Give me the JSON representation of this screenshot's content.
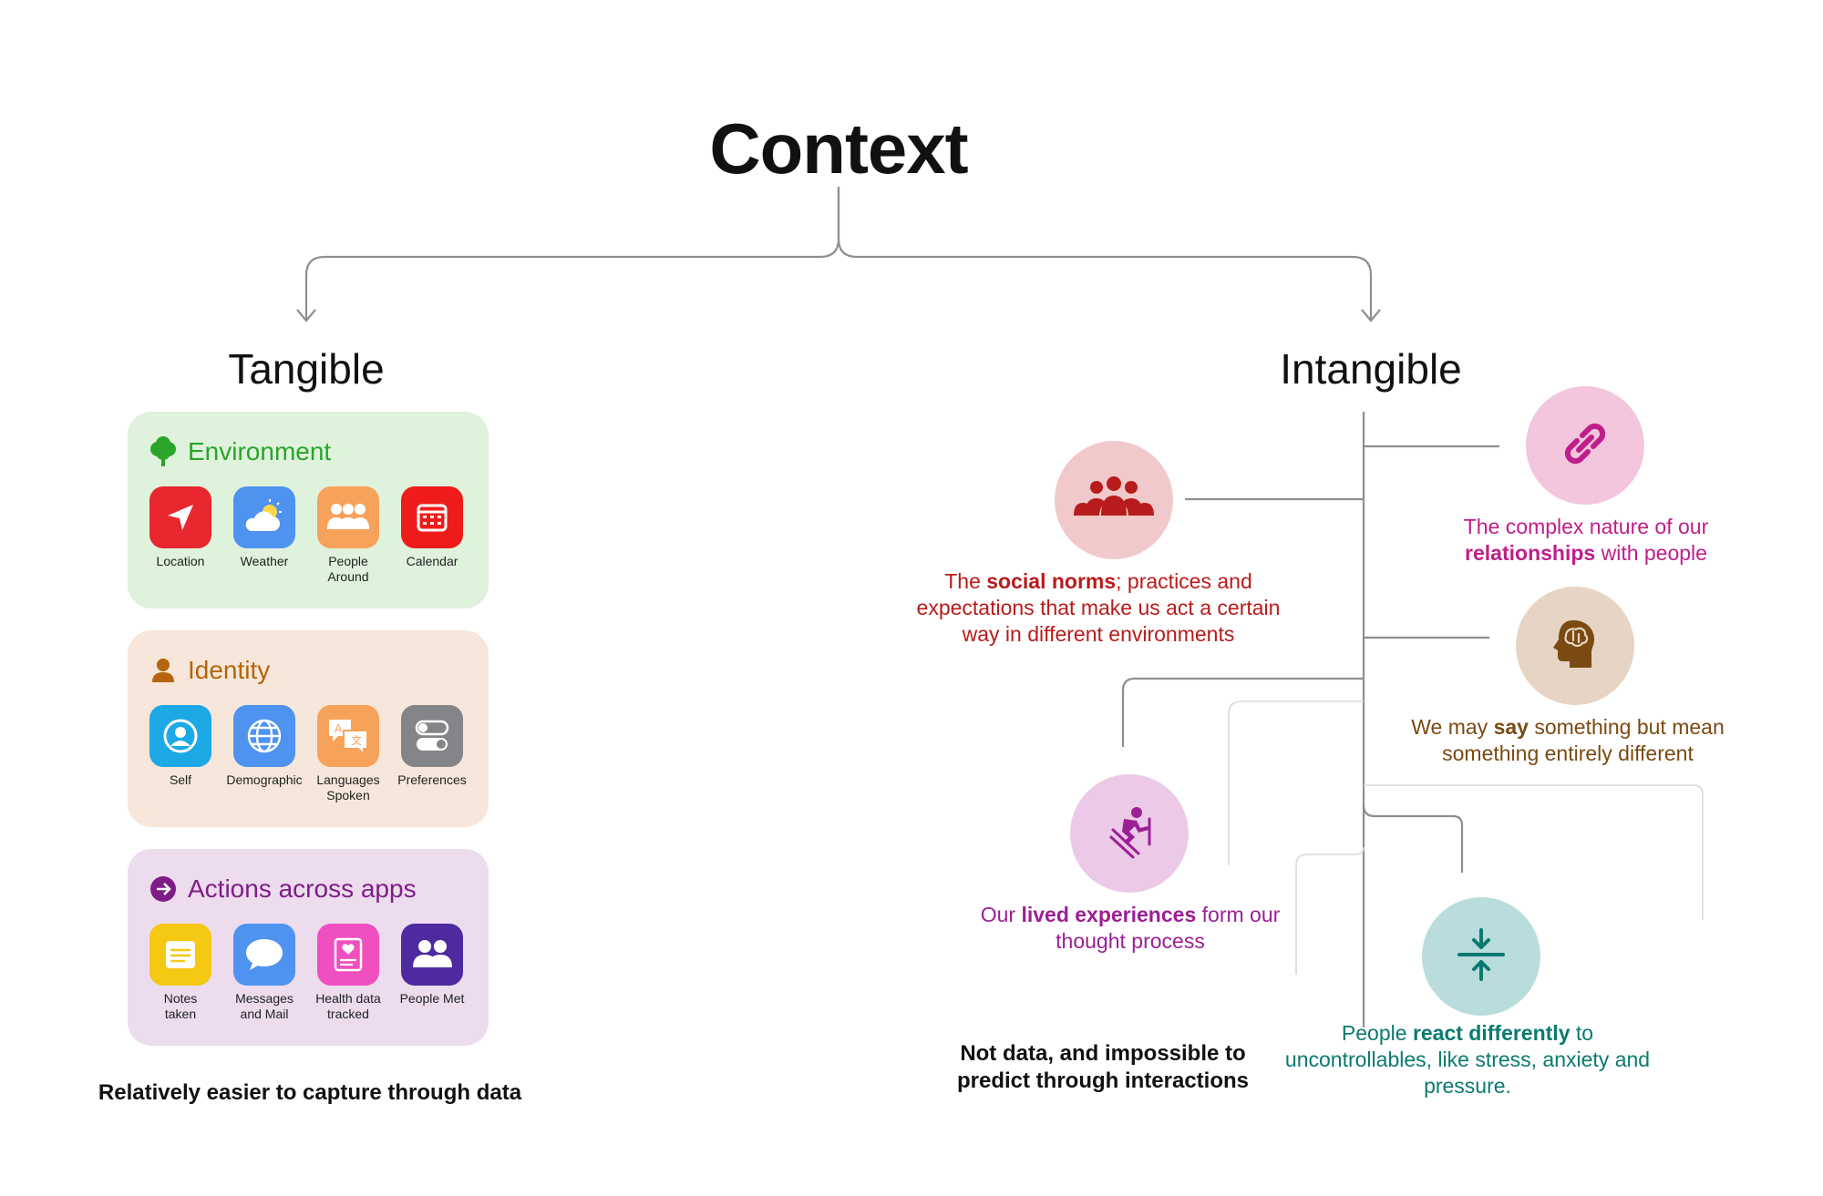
{
  "title": "Context",
  "tangible": {
    "title": "Tangible",
    "footer": "Relatively easier to capture through data",
    "groups": [
      {
        "name": "Environment",
        "color": "#2aa52a",
        "background": "#dff2dc",
        "icon": "tree-icon",
        "apps": [
          {
            "label": "Location",
            "icon": "location-arrow-icon",
            "color": "#e8272f"
          },
          {
            "label": "Weather",
            "icon": "weather-cloud-sun-icon",
            "color": "#4f93f0"
          },
          {
            "label": "People\nAround",
            "icon": "people-group-icon",
            "color": "#f7a25a"
          },
          {
            "label": "Calendar",
            "icon": "calendar-icon",
            "color": "#f01c1c"
          }
        ]
      },
      {
        "name": "Identity",
        "color": "#b5650c",
        "background": "#f6e7da",
        "icon": "person-icon",
        "apps": [
          {
            "label": "Self",
            "icon": "person-circle-icon",
            "color": "#1da8e6"
          },
          {
            "label": "Demographic",
            "icon": "globe-icon",
            "color": "#4f93f0"
          },
          {
            "label": "Languages\nSpoken",
            "icon": "translate-icon",
            "color": "#f7a25a"
          },
          {
            "label": "Preferences",
            "icon": "toggles-icon",
            "color": "#838589"
          }
        ]
      },
      {
        "name": "Actions across apps",
        "color": "#7e1d87",
        "background": "#ecdcee",
        "icon": "arrow-right-circle-icon",
        "apps": [
          {
            "label": "Notes\ntaken",
            "icon": "notes-icon",
            "color": "#f5c814"
          },
          {
            "label": "Messages\nand Mail",
            "icon": "message-bubble-icon",
            "color": "#4f93f0"
          },
          {
            "label": "Health data\ntracked",
            "icon": "health-record-icon",
            "color": "#f04fc0"
          },
          {
            "label": "People Met",
            "icon": "people-pair-icon",
            "color": "#4e2aa0"
          }
        ]
      }
    ]
  },
  "intangible": {
    "title": "Intangible",
    "footer": "Not data, and impossible to predict through interactions",
    "nodes": {
      "social": {
        "icon": "group-people-icon",
        "color": "#b81b1b",
        "circle": "#f2c9cb",
        "pre": "The ",
        "bold": "social norms",
        "post": "; practices and expectations that make us act a certain way in different environments"
      },
      "relationships": {
        "icon": "link-icon",
        "color": "#c01e8a",
        "circle": "#f3c6de",
        "pre": "The complex nature of our ",
        "bold": "relationships",
        "post": " with people"
      },
      "say": {
        "icon": "brain-head-icon",
        "color": "#7a4a12",
        "circle": "#e6d5c4",
        "pre": "We may ",
        "bold": "say",
        "post": " something but mean something entirely different"
      },
      "experiences": {
        "icon": "skiing-person-icon",
        "color": "#9b1f95",
        "circle": "#ecc9e7",
        "pre": "Our ",
        "bold": "lived experiences",
        "post": " form our thought process"
      },
      "react": {
        "icon": "compress-arrows-icon",
        "color": "#0a7a70",
        "circle": "#b9dcdc",
        "pre": "People ",
        "bold": "react differently",
        "post": " to uncontrollables, like stress, anxiety and pressure."
      }
    }
  }
}
